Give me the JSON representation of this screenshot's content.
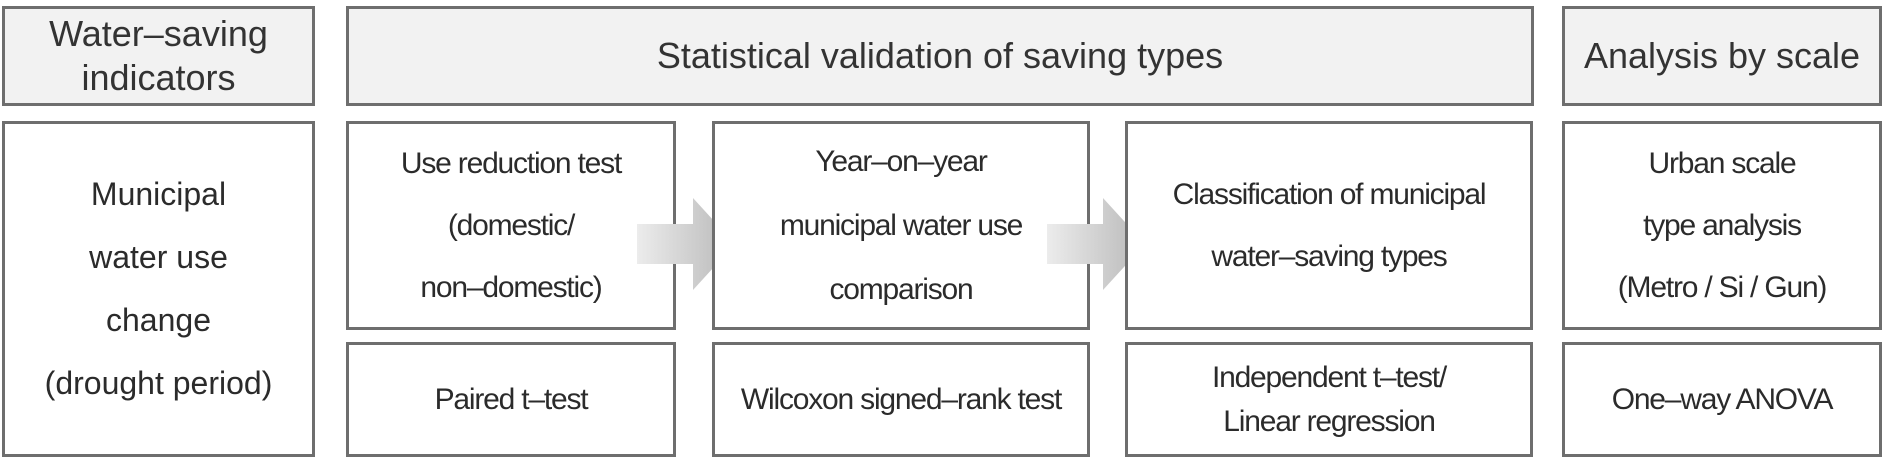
{
  "headers": {
    "indicators": [
      "Water–saving",
      "indicators"
    ],
    "validation": "Statistical validation of saving types",
    "scale": "Analysis by scale"
  },
  "indicator_body": [
    "Municipal",
    "water use",
    "change",
    "(drought period)"
  ],
  "steps": [
    {
      "lines": [
        "Use reduction test",
        "(domestic/",
        "non–domestic)"
      ],
      "method": [
        "Paired t–test"
      ]
    },
    {
      "lines": [
        "Year–on–year",
        "municipal water use",
        "comparison"
      ],
      "method": [
        "Wilcoxon signed–rank test"
      ]
    },
    {
      "lines": [
        "Classification of municipal",
        "water–saving types"
      ],
      "method": [
        "Independent t–test/",
        "Linear regression"
      ]
    }
  ],
  "scale_step": {
    "lines": [
      "Urban scale",
      "type analysis",
      "(Metro / Si / Gun)"
    ],
    "method": [
      "One–way ANOVA"
    ]
  },
  "colors": {
    "border": "#6e6e6e",
    "header_fill": "#f2f2f2",
    "arrow": "#c8c8c8",
    "text": "#2b2b2b"
  }
}
